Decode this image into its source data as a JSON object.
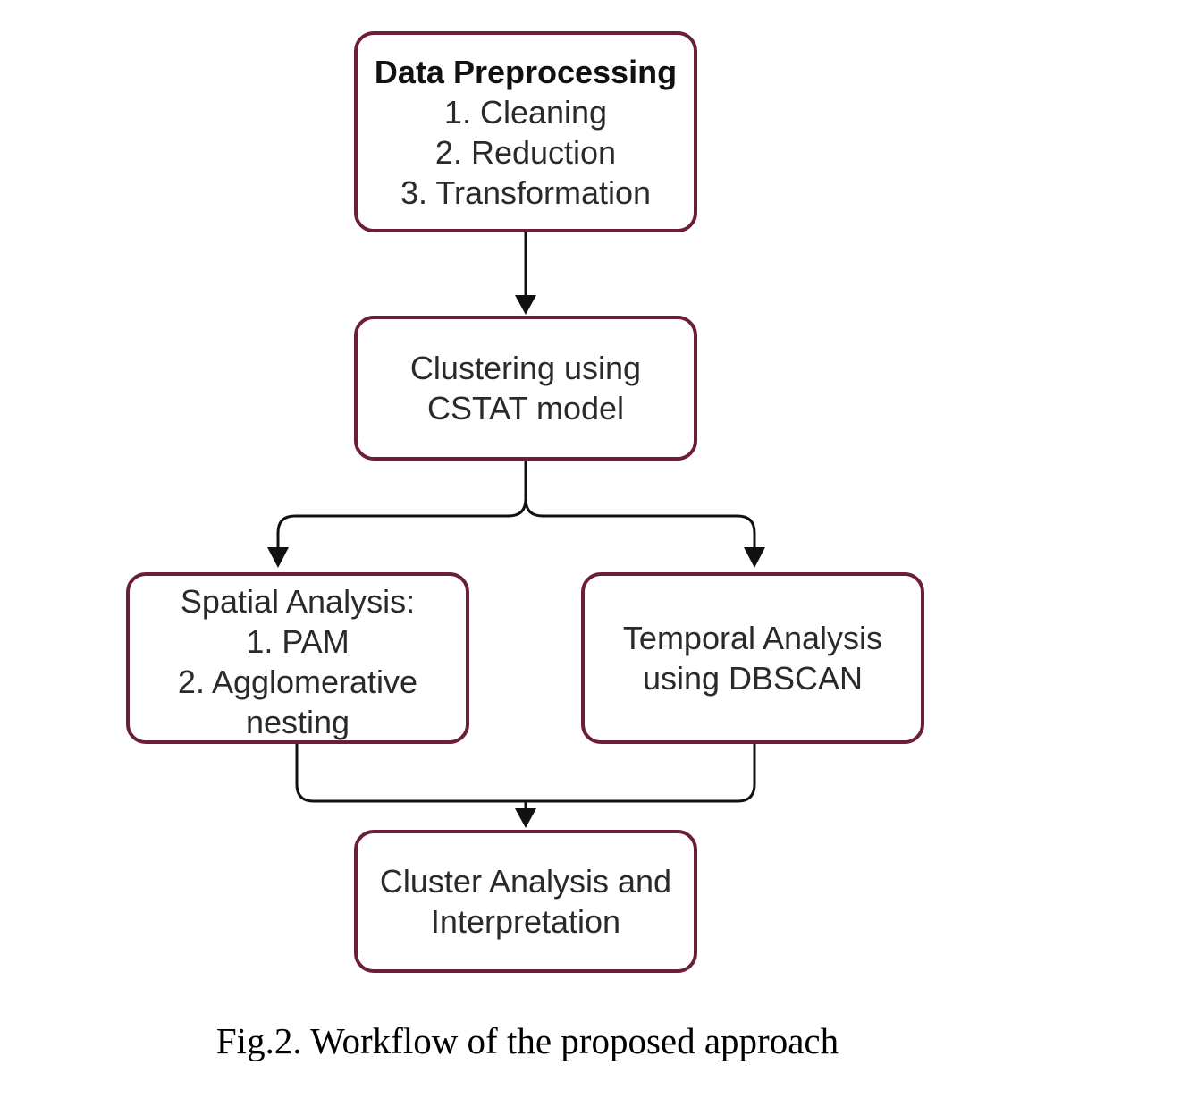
{
  "diagram": {
    "nodes": {
      "preprocessing": {
        "title": "Data Preprocessing",
        "steps": [
          "1. Cleaning",
          "2. Reduction",
          "3. Transformation"
        ]
      },
      "clustering": {
        "lines": [
          "Clustering using",
          "CSTAT model"
        ]
      },
      "spatial": {
        "lines": [
          "Spatial Analysis:",
          "1. PAM",
          "2. Agglomerative",
          "nesting"
        ]
      },
      "temporal": {
        "lines": [
          "Temporal Analysis",
          "using DBSCAN"
        ]
      },
      "interpretation": {
        "lines": [
          "Cluster Analysis and",
          "Interpretation"
        ]
      }
    },
    "edges": [
      {
        "from": "preprocessing",
        "to": "clustering"
      },
      {
        "from": "clustering",
        "to": "spatial"
      },
      {
        "from": "clustering",
        "to": "temporal"
      },
      {
        "from": "spatial",
        "to": "interpretation"
      },
      {
        "from": "temporal",
        "to": "interpretation"
      }
    ],
    "colors": {
      "node_border": "#6b1f36",
      "edge": "#111111"
    }
  },
  "caption": "Fig.2. Workflow of the proposed approach"
}
